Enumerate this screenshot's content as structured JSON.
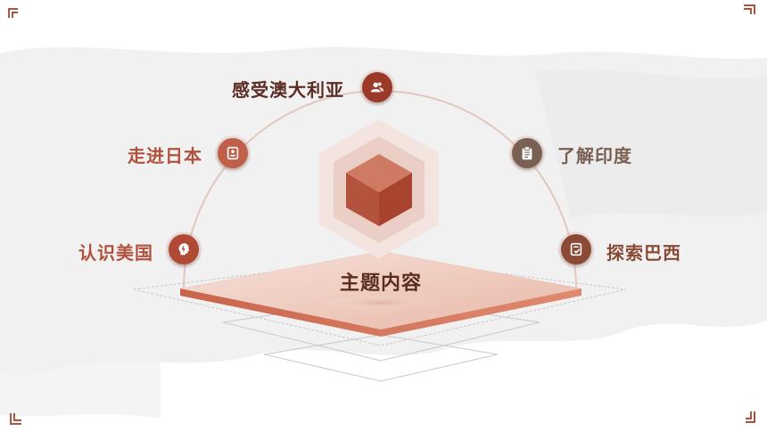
{
  "center": {
    "title": "主题内容"
  },
  "items": [
    {
      "label": "感受澳大利亚",
      "icon": "users-icon",
      "color": "#9b3a28"
    },
    {
      "label": "走进日本",
      "icon": "id-badge-icon",
      "color": "#c0604a"
    },
    {
      "label": "认识美国",
      "icon": "idea-head-icon",
      "color": "#b04a35"
    },
    {
      "label": "了解印度",
      "icon": "clipboard-icon",
      "color": "#7a6052"
    },
    {
      "label": "探索巴西",
      "icon": "checklist-icon",
      "color": "#8a4a35"
    }
  ],
  "colors": {
    "accent": "#a8432f",
    "accent_light": "#e0a090",
    "title": "#5a2c22",
    "text_dark": "#5a2c22",
    "text_mid": "#b0523d"
  }
}
